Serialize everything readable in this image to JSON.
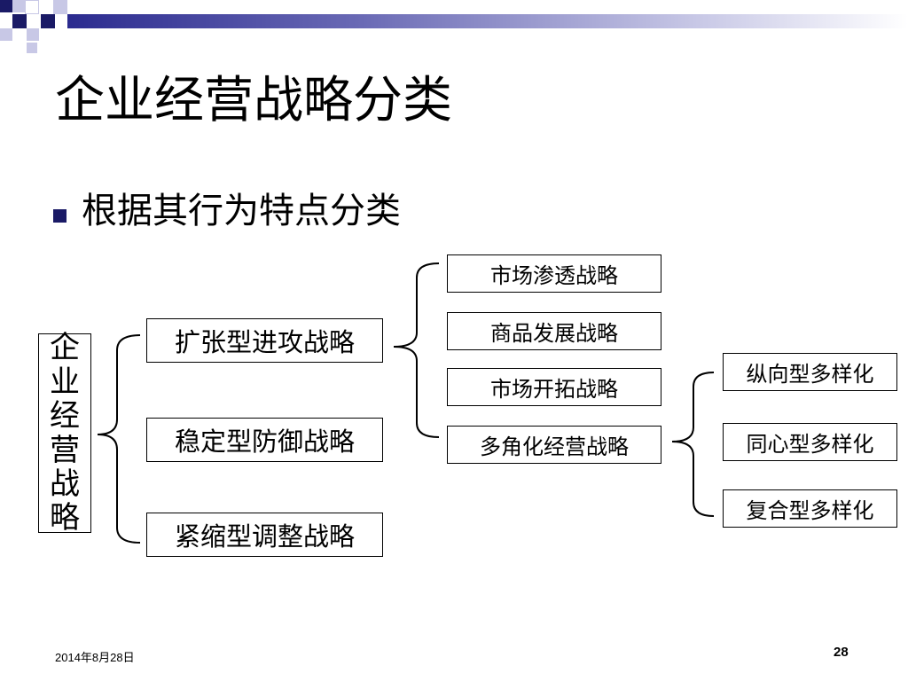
{
  "slide": {
    "title": "企业经营战略分类",
    "bullet": "根据其行为特点分类",
    "footer_date": "2014年8月28日",
    "page_number": "28"
  },
  "colors": {
    "accent": "#2b2b8f",
    "bullet": "#1a1a66"
  },
  "diagram": {
    "root": [
      "企",
      "业",
      "经",
      "营",
      "战",
      "略"
    ],
    "level1": [
      "扩张型进攻战略",
      "稳定型防御战略",
      "紧缩型调整战略"
    ],
    "level2": [
      "市场渗透战略",
      "商品发展战略",
      "市场开拓战略",
      "多角化经营战略"
    ],
    "level3": [
      "纵向型多样化",
      "同心型多样化",
      "复合型多样化"
    ]
  }
}
